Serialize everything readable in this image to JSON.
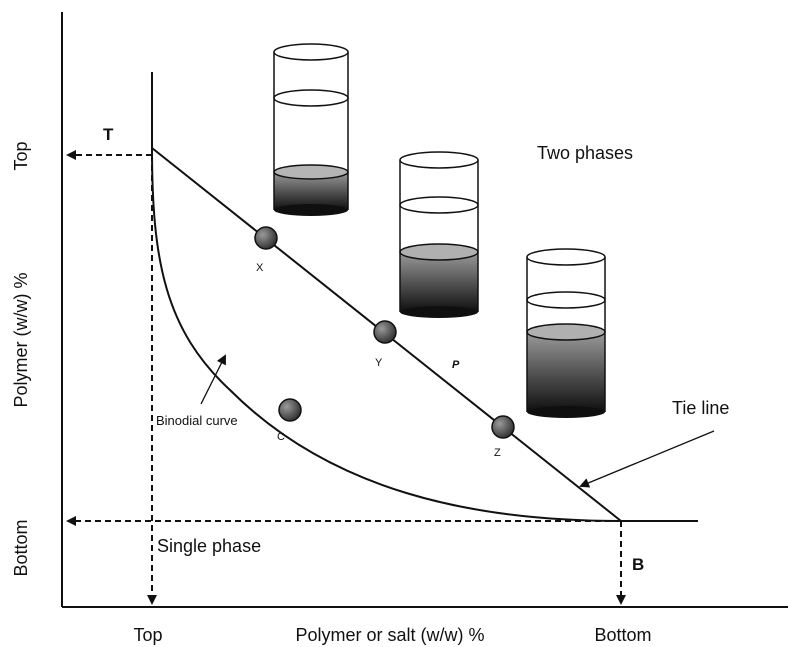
{
  "axes": {
    "y_label": "Polymer (w/w) %",
    "y_top_label": "Top",
    "y_bottom_label": "Bottom",
    "x_label": "Polymer or salt (w/w) %",
    "x_top_label": "Top",
    "x_bottom_label": "Bottom"
  },
  "markers": {
    "top_composition": "T",
    "bottom_composition": "B"
  },
  "regions": {
    "two_phases": "Two phases",
    "single_phase": "Single phase"
  },
  "curves": {
    "binodial": "Binodial curve",
    "tie_line": "Tie line"
  },
  "points": [
    {
      "id": "X"
    },
    {
      "id": "Y"
    },
    {
      "id": "Z"
    },
    {
      "id": "C"
    }
  ],
  "point_P": "P",
  "colors": {
    "line": "#111111",
    "point_fill": "#555555",
    "phase_dark": "#1a1a1a"
  }
}
